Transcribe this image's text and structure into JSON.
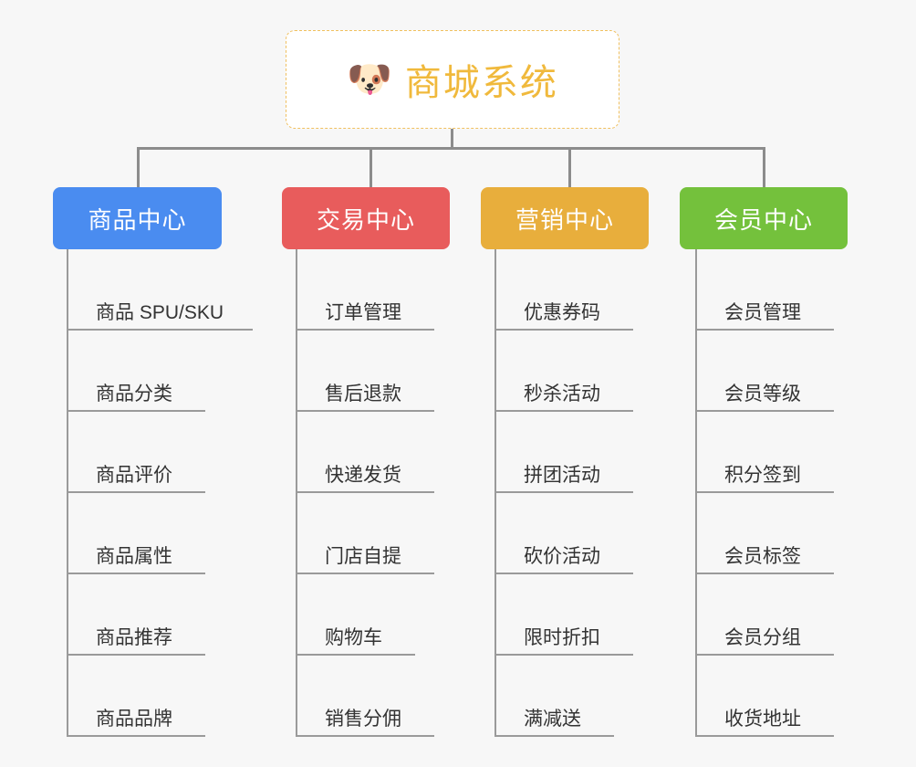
{
  "diagram": {
    "title": "商城系统",
    "root": {
      "label": "商城系统",
      "icon": "dog-face-emoji",
      "emoji": "🐶",
      "border_color": "#f0c060",
      "text_color": "#f0b93c",
      "background": "#ffffff"
    },
    "canvas_background": "#f7f7f7",
    "connector_color": "#8c8c8c",
    "branches": [
      {
        "label": "商品中心",
        "color": "#4a8cf0",
        "items": [
          "商品 SPU/SKU",
          "商品分类",
          "商品评价",
          "商品属性",
          "商品推荐",
          "商品品牌"
        ]
      },
      {
        "label": "交易中心",
        "color": "#e85c5c",
        "items": [
          "订单管理",
          "售后退款",
          "快递发货",
          "门店自提",
          "购物车",
          "销售分佣"
        ]
      },
      {
        "label": "营销中心",
        "color": "#e8ae3c",
        "items": [
          "优惠券码",
          "秒杀活动",
          "拼团活动",
          "砍价活动",
          "限时折扣",
          "满减送"
        ]
      },
      {
        "label": "会员中心",
        "color": "#74c13c",
        "items": [
          "会员管理",
          "会员等级",
          "积分签到",
          "会员标签",
          "会员分组",
          "收货地址"
        ]
      }
    ]
  }
}
